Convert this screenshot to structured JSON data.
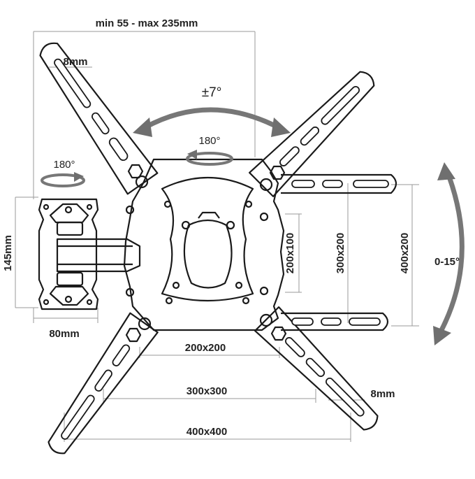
{
  "labels": {
    "arm_reach": "min 55 - max 235mm",
    "slot_width_top": "8mm",
    "tilt_side": "±7°",
    "swivel_center": "180°",
    "swivel_wall": "180°",
    "plate_height": "145mm",
    "plate_width": "80mm",
    "vesa_200x100": "200x100",
    "vesa_300x200": "300x200",
    "vesa_400x200": "400x200",
    "tilt_vertical": "0-15°",
    "vesa_200x200": "200x200",
    "vesa_300x300": "300x300",
    "vesa_400x400": "400x400",
    "slot_width_bottom": "8mm"
  },
  "colors": {
    "line": "#1a1a1a",
    "dimension": "#9a9a9a",
    "arrow": "#6f6f6f",
    "background": "#ffffff"
  }
}
